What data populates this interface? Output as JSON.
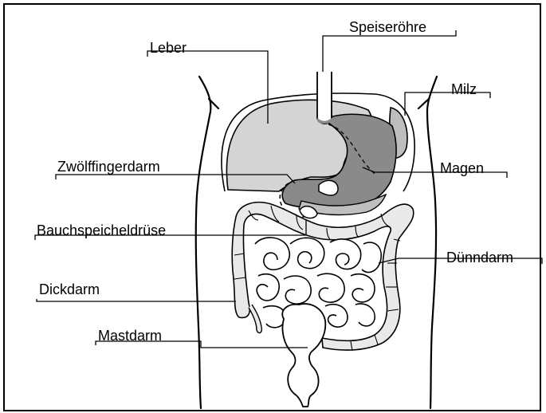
{
  "figure": {
    "labels": {
      "speiseroehre": "Speiseröhre",
      "leber": "Leber",
      "milz": "Milz",
      "zwoelffingerdarm": "Zwölffingerdarm",
      "magen": "Magen",
      "bauchspeicheldruese": "Bauchspeicheldrüse",
      "duenndarm": "Dünndarm",
      "dickdarm": "Dickdarm",
      "mastdarm": "Mastdarm"
    },
    "colors": {
      "outline": "#000000",
      "liver": "#d4d4d4",
      "stomach": "#8a8a8a",
      "pancreas": "#bfbfbf",
      "colon": "#e9e9e9",
      "background": "#ffffff"
    }
  }
}
